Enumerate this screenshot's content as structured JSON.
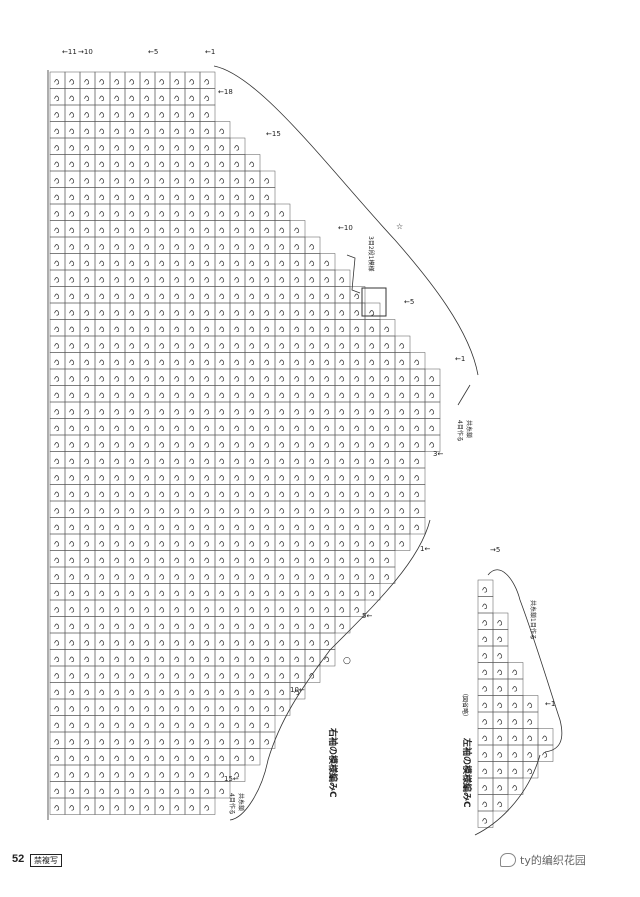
{
  "right_chart": {
    "title": "右袖の模様編みC",
    "row_markers": [
      "←11",
      "→10",
      "←5",
      "←1"
    ],
    "side_markers": [
      "←18",
      "←15",
      "←10",
      "←5",
      "←1"
    ],
    "edge_markers": [
      "5←",
      "10←",
      "15←",
      "3←",
      "1←"
    ],
    "note_decrease": "3目2段1模様",
    "note_cast_on_top": "共糸鎖\n4目作る",
    "note_cast_on_bottom": "共糸鎖\n4目作る",
    "star_mark": "☆",
    "circle_mark": "○"
  },
  "left_chart": {
    "title": "左袖の模様編みC",
    "subtitle": "（図省略）",
    "markers": [
      "→5",
      "←1"
    ],
    "note_cast_on": "共糸鎖1目作る"
  },
  "footer": {
    "page_number": "52",
    "badge": "禁複写"
  },
  "watermark": {
    "text": "ty的编织花园"
  }
}
